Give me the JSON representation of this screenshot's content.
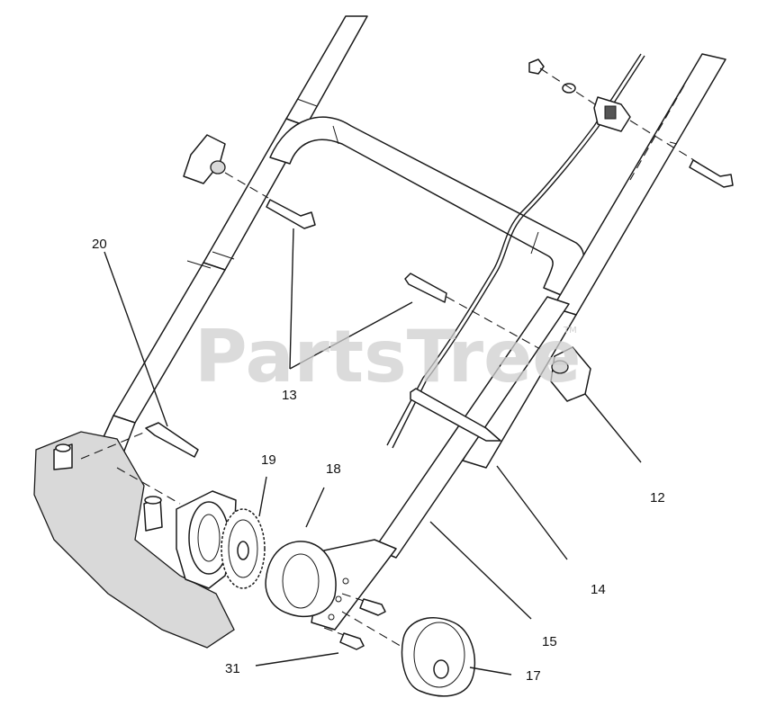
{
  "watermark": {
    "text": "PartsTree",
    "trademark": "TM"
  },
  "callouts": [
    {
      "id": "12",
      "label": "12"
    },
    {
      "id": "13",
      "label": "13"
    },
    {
      "id": "14",
      "label": "14"
    },
    {
      "id": "15",
      "label": "15"
    },
    {
      "id": "17",
      "label": "17"
    },
    {
      "id": "18",
      "label": "18"
    },
    {
      "id": "19",
      "label": "19"
    },
    {
      "id": "20",
      "label": "20"
    },
    {
      "id": "31",
      "label": "31"
    }
  ],
  "colors": {
    "line": "#1a1a1a",
    "watermark": "#cfcfcf",
    "background": "#ffffff"
  }
}
